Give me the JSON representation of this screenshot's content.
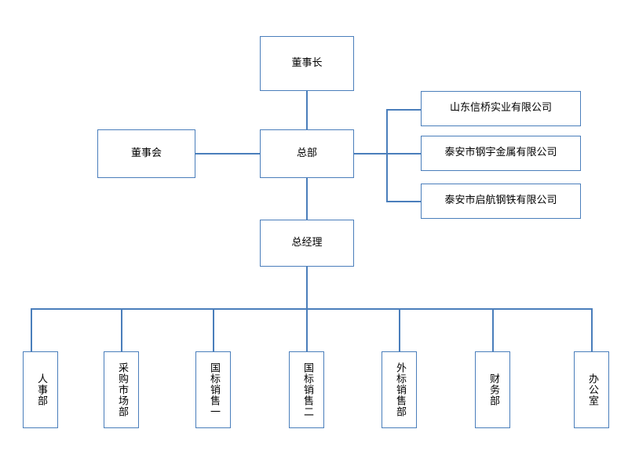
{
  "chart_title": "",
  "colors": {
    "node_border": "#4a7ebb",
    "connector": "#4a7ebb",
    "node_fill": "#ffffff",
    "text": "#000000"
  },
  "org_chart": {
    "chairman": {
      "label": "董事长"
    },
    "board": {
      "label": "董事会"
    },
    "headquarters": {
      "label": "总部"
    },
    "general_manager": {
      "label": "总经理"
    },
    "subsidiaries": [
      {
        "label": "山东信桥实业有限公司"
      },
      {
        "label": "泰安市钢宇金属有限公司"
      },
      {
        "label": "泰安市启航钢铁有限公司"
      }
    ],
    "departments": [
      {
        "label": "人事部"
      },
      {
        "label": "采购市场部"
      },
      {
        "label": "国标销售一"
      },
      {
        "label": "国标销售二"
      },
      {
        "label": "外标销售部"
      },
      {
        "label": "财务部"
      },
      {
        "label": "办公室"
      }
    ]
  }
}
